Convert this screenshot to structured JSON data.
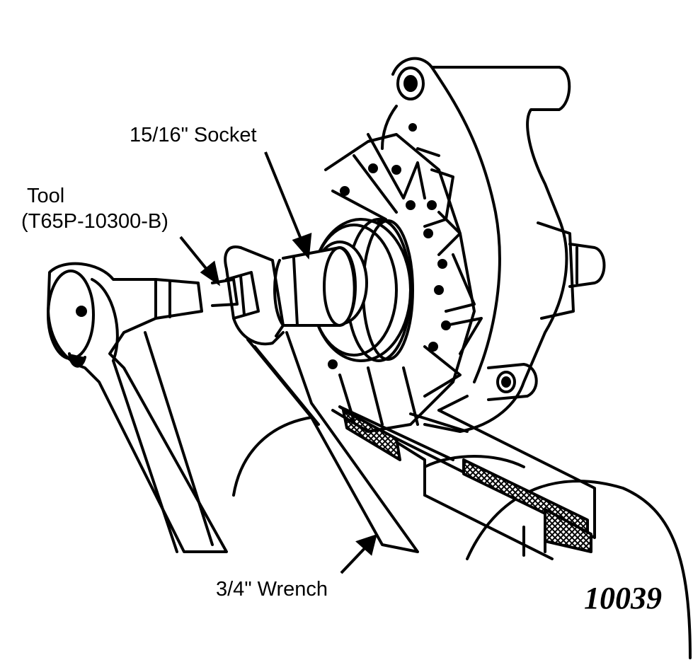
{
  "labels": {
    "socket": "15/16\" Socket",
    "tool_line1": "Tool",
    "tool_line2": "(T65P-10300-B)",
    "wrench": "3/4\" Wrench"
  },
  "figure_number": "10039",
  "colors": {
    "ink": "#000000",
    "paper": "#ffffff"
  }
}
